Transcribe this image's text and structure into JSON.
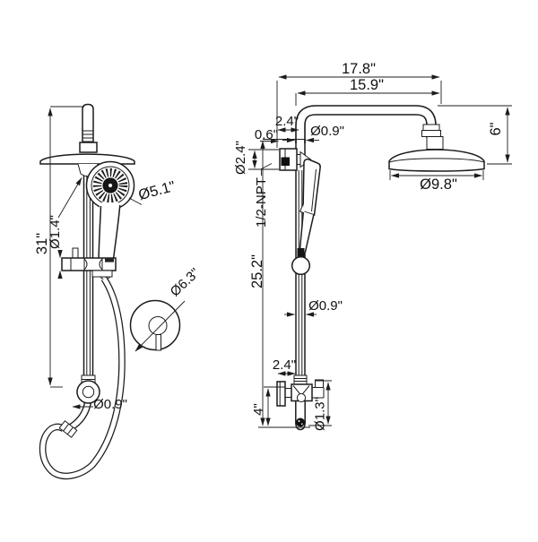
{
  "drawing_type": "shower-system-dimension-diagram",
  "colors": {
    "line": "#1c1c1c",
    "background": "#ffffff"
  },
  "front_view": {
    "overall_height": "31\"",
    "hand_shower_face": "Ø5.1\"",
    "slider_ring": "Ø1.4\"",
    "valve_trim": "Ø6.3\"",
    "hose_outlet": "Ø0.9\""
  },
  "side_view": {
    "arm_overall": "17.8\"",
    "arm_horizontal": "15.9\"",
    "wall_offset_top": "2.4\"",
    "plate_thickness": "0.6\"",
    "pipe_top": "Ø0.9\"",
    "plate_height": "Ø2.4\"",
    "inlet_thread": "1/2-NPT",
    "head_drop": "6\"",
    "head_width": "Ø9.8\"",
    "rail_length": "25.2\"",
    "pipe_mid": "Ø0.9\"",
    "wall_offset_bottom": "2.4\"",
    "outlet_drop": "4\"",
    "outlet_width": "Ø1.3\""
  }
}
